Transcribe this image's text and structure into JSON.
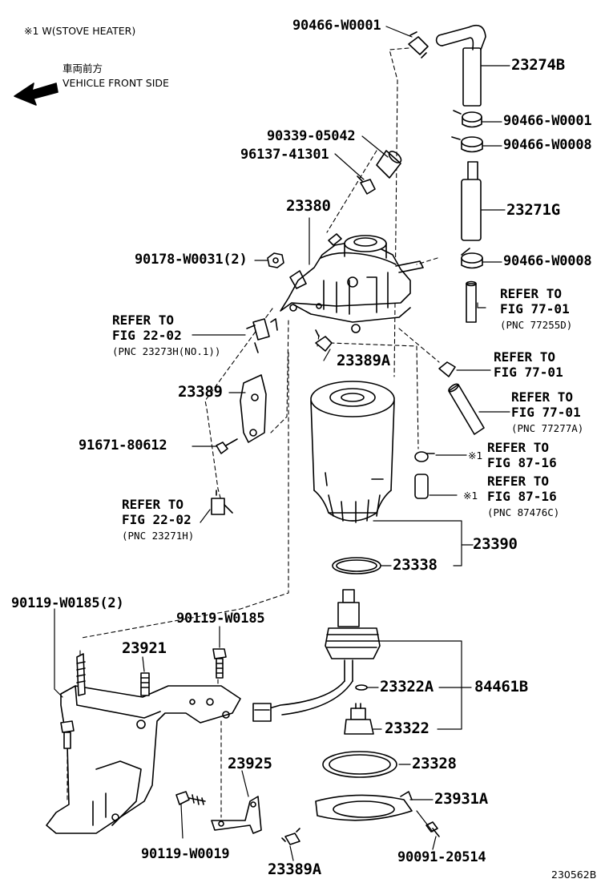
{
  "header": {
    "stove_note": "※1 W(STOVE HEATER)",
    "direction_jp": "車両前方",
    "direction_en": "VEHICLE FRONT SIDE"
  },
  "callouts": {
    "c90466_w0001_top": "90466-W0001",
    "c23274B": "23274B",
    "c90466_w0001": "90466-W0001",
    "c90466_w0008_a": "90466-W0008",
    "c90339_05042": "90339-05042",
    "c96137_41301": "96137-41301",
    "c23271G": "23271G",
    "c23380": "23380",
    "c90178_w0031": "90178-W0031(2)",
    "c90466_w0008_b": "90466-W0008",
    "c23389A_top": "23389A",
    "c23389": "23389",
    "c91671_80612": "91671-80612",
    "c23390": "23390",
    "c23338": "23338",
    "c90119_w0185_2": "90119-W0185(2)",
    "c90119_w0185": "90119-W0185",
    "c23921": "23921",
    "c23322A": "23322A",
    "c84461B": "84461B",
    "c23322": "23322",
    "c23925": "23925",
    "c23328": "23328",
    "c23931A": "23931A",
    "c90119_w0019": "90119-W0019",
    "c90091_20514": "90091-20514",
    "c23389A_bottom": "23389A"
  },
  "references": {
    "ref_77255D": {
      "text": "REFER TO\nFIG 77-01",
      "pnc": "(PNC 77255D)"
    },
    "ref_22_02_top": {
      "text": "REFER TO\nFIG 22-02",
      "pnc": "(PNC 23273H(NO.1))"
    },
    "ref_77_01_plain": {
      "text": "REFER TO\nFIG 77-01",
      "pnc": ""
    },
    "ref_77277A": {
      "text": "REFER TO\nFIG 77-01",
      "pnc": "(PNC 77277A)"
    },
    "ref_87_16_plain": {
      "mark": "※1",
      "text": "REFER TO\nFIG 87-16",
      "pnc": ""
    },
    "ref_87476C": {
      "mark": "※1",
      "text": "REFER TO\nFIG 87-16",
      "pnc": "(PNC 87476C)"
    },
    "ref_22_02_bottom": {
      "text": "REFER TO\nFIG 22-02",
      "pnc": "(PNC 23271H)"
    }
  },
  "footer": {
    "code": "230562B"
  },
  "colors": {
    "ink": "#000000",
    "paper": "#ffffff"
  }
}
